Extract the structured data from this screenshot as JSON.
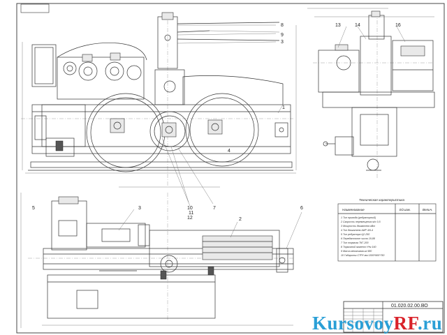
{
  "drawing": {
    "doc_code": "01.020.02.00.ВО",
    "tech_title": "Техническая характеристика",
    "table_headers": [
      "Наименование",
      "Ед.изм.",
      "Велич."
    ],
    "spec_rows": [
      "1 Тип привода        (редукторный)",
      "2 Скорость перемещения    м/с   0,5",
      "3 Мощность двигателя       кВт",
      "4 Тип двигателя         АИР 4/6-4",
      "5 Тип редуктора           Ц2-250",
      "6 Передаточное число        19,88",
      "7 Тип тормоза            ТКГ-200",
      "8 Тормозной момент      Н*м   160",
      "9 Масса механизма        кг   580",
      "10 Габариты СТРУ    мм  1500*900*750"
    ],
    "callouts": {
      "c1": "1",
      "c2": "2",
      "c3a": "3",
      "c3b": "3",
      "c4": "4",
      "c5": "5",
      "c6": "6",
      "c7": "7",
      "c8": "8",
      "c9": "9",
      "c10": "10",
      "c11": "11",
      "c12": "12",
      "c13": "13",
      "c14": "14",
      "c16": "16"
    }
  },
  "watermark": {
    "brand_left": "Kursovoy",
    "brand_mid": "RF",
    "brand_right": ".ru"
  }
}
